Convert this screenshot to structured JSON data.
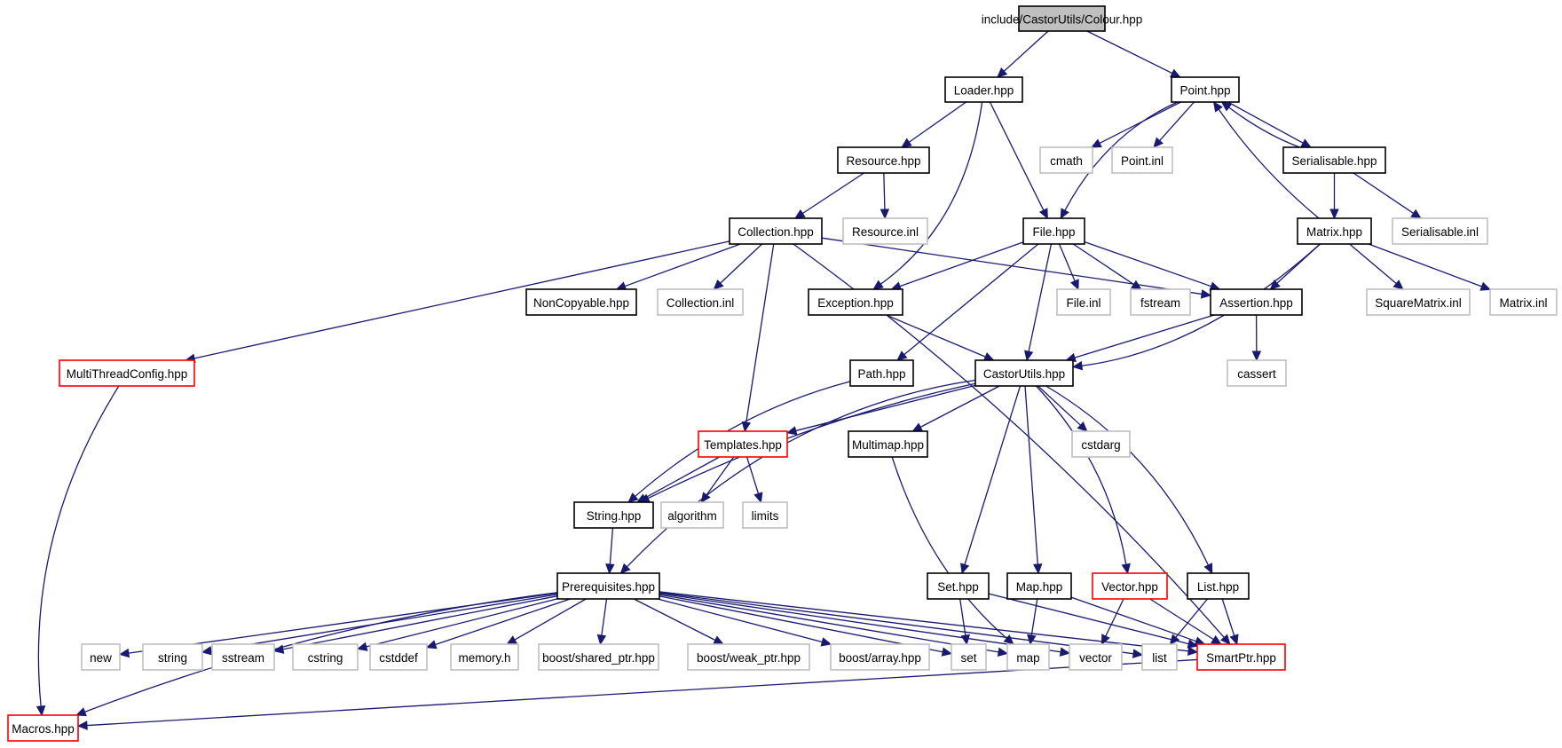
{
  "title": "include/CastorUtils/Colour.hpp",
  "colors": {
    "edge": "#191970",
    "root_fill": "#bfbfbf",
    "documented_border": "#000000",
    "undocumented_border": "#ff0000",
    "external_border": "#bfbfbf"
  },
  "nodes": [
    {
      "id": "colour",
      "label": "include/CastorUtils/Colour.hpp",
      "kind": "root"
    },
    {
      "id": "loader",
      "label": "Loader.hpp",
      "kind": "documented"
    },
    {
      "id": "point",
      "label": "Point.hpp",
      "kind": "documented"
    },
    {
      "id": "resource",
      "label": "Resource.hpp",
      "kind": "documented"
    },
    {
      "id": "cmath",
      "label": "cmath",
      "kind": "external"
    },
    {
      "id": "pointinl",
      "label": "Point.inl",
      "kind": "external"
    },
    {
      "id": "serialisable",
      "label": "Serialisable.hpp",
      "kind": "documented"
    },
    {
      "id": "collection",
      "label": "Collection.hpp",
      "kind": "documented"
    },
    {
      "id": "resourceinl",
      "label": "Resource.inl",
      "kind": "external"
    },
    {
      "id": "file",
      "label": "File.hpp",
      "kind": "documented"
    },
    {
      "id": "matrix",
      "label": "Matrix.hpp",
      "kind": "documented"
    },
    {
      "id": "serialisableinl",
      "label": "Serialisable.inl",
      "kind": "external"
    },
    {
      "id": "noncopyable",
      "label": "NonCopyable.hpp",
      "kind": "documented"
    },
    {
      "id": "collectioninl",
      "label": "Collection.inl",
      "kind": "external"
    },
    {
      "id": "exception",
      "label": "Exception.hpp",
      "kind": "documented"
    },
    {
      "id": "fileinl",
      "label": "File.inl",
      "kind": "external"
    },
    {
      "id": "fstream",
      "label": "fstream",
      "kind": "external"
    },
    {
      "id": "assertion",
      "label": "Assertion.hpp",
      "kind": "documented"
    },
    {
      "id": "squarematrixinl",
      "label": "SquareMatrix.inl",
      "kind": "external"
    },
    {
      "id": "matrixinl",
      "label": "Matrix.inl",
      "kind": "external"
    },
    {
      "id": "multithread",
      "label": "MultiThreadConfig.hpp",
      "kind": "undocumented"
    },
    {
      "id": "path",
      "label": "Path.hpp",
      "kind": "documented"
    },
    {
      "id": "castorutils",
      "label": "CastorUtils.hpp",
      "kind": "documented"
    },
    {
      "id": "cassert",
      "label": "cassert",
      "kind": "external"
    },
    {
      "id": "templates",
      "label": "Templates.hpp",
      "kind": "undocumented"
    },
    {
      "id": "multimap",
      "label": "Multimap.hpp",
      "kind": "documented"
    },
    {
      "id": "cstdarg",
      "label": "cstdarg",
      "kind": "external"
    },
    {
      "id": "string_hpp",
      "label": "String.hpp",
      "kind": "documented"
    },
    {
      "id": "algorithm",
      "label": "algorithm",
      "kind": "external"
    },
    {
      "id": "limits",
      "label": "limits",
      "kind": "external"
    },
    {
      "id": "prereq",
      "label": "Prerequisites.hpp",
      "kind": "documented"
    },
    {
      "id": "set_hpp",
      "label": "Set.hpp",
      "kind": "documented"
    },
    {
      "id": "map_hpp",
      "label": "Map.hpp",
      "kind": "documented"
    },
    {
      "id": "vector_hpp",
      "label": "Vector.hpp",
      "kind": "undocumented"
    },
    {
      "id": "list_hpp",
      "label": "List.hpp",
      "kind": "documented"
    },
    {
      "id": "new",
      "label": "new",
      "kind": "external"
    },
    {
      "id": "string",
      "label": "string",
      "kind": "external"
    },
    {
      "id": "sstream",
      "label": "sstream",
      "kind": "external"
    },
    {
      "id": "cstring",
      "label": "cstring",
      "kind": "external"
    },
    {
      "id": "cstddef",
      "label": "cstddef",
      "kind": "external"
    },
    {
      "id": "memoryh",
      "label": "memory.h",
      "kind": "external"
    },
    {
      "id": "shared_ptr",
      "label": "boost/shared_ptr.hpp",
      "kind": "external"
    },
    {
      "id": "weak_ptr",
      "label": "boost/weak_ptr.hpp",
      "kind": "external"
    },
    {
      "id": "array",
      "label": "boost/array.hpp",
      "kind": "external"
    },
    {
      "id": "set",
      "label": "set",
      "kind": "external"
    },
    {
      "id": "map",
      "label": "map",
      "kind": "external"
    },
    {
      "id": "vector",
      "label": "vector",
      "kind": "external"
    },
    {
      "id": "list",
      "label": "list",
      "kind": "external"
    },
    {
      "id": "smartptr",
      "label": "SmartPtr.hpp",
      "kind": "undocumented"
    },
    {
      "id": "macros",
      "label": "Macros.hpp",
      "kind": "undocumented"
    }
  ],
  "edges": [
    [
      "colour",
      "loader"
    ],
    [
      "colour",
      "point"
    ],
    [
      "loader",
      "resource"
    ],
    [
      "loader",
      "exception"
    ],
    [
      "loader",
      "file"
    ],
    [
      "point",
      "cmath"
    ],
    [
      "point",
      "pointinl"
    ],
    [
      "point",
      "file"
    ],
    [
      "point",
      "serialisable"
    ],
    [
      "serialisable",
      "point"
    ],
    [
      "serialisable",
      "matrix"
    ],
    [
      "serialisable",
      "serialisableinl"
    ],
    [
      "matrix",
      "point"
    ],
    [
      "matrix",
      "assertion"
    ],
    [
      "matrix",
      "castorutils"
    ],
    [
      "matrix",
      "squarematrixinl"
    ],
    [
      "matrix",
      "matrixinl"
    ],
    [
      "resource",
      "collection"
    ],
    [
      "resource",
      "resourceinl"
    ],
    [
      "collection",
      "multithread"
    ],
    [
      "collection",
      "noncopyable"
    ],
    [
      "collection",
      "collectioninl"
    ],
    [
      "collection",
      "templates"
    ],
    [
      "collection",
      "assertion"
    ],
    [
      "collection",
      "smartptr"
    ],
    [
      "file",
      "exception"
    ],
    [
      "file",
      "path"
    ],
    [
      "file",
      "castorutils"
    ],
    [
      "file",
      "fileinl"
    ],
    [
      "file",
      "fstream"
    ],
    [
      "file",
      "assertion"
    ],
    [
      "exception",
      "castorutils"
    ],
    [
      "assertion",
      "castorutils"
    ],
    [
      "assertion",
      "cassert"
    ],
    [
      "multithread",
      "macros"
    ],
    [
      "path",
      "string_hpp"
    ],
    [
      "castorutils",
      "string_hpp"
    ],
    [
      "castorutils",
      "templates"
    ],
    [
      "castorutils",
      "prereq"
    ],
    [
      "castorutils",
      "multimap"
    ],
    [
      "castorutils",
      "cstdarg"
    ],
    [
      "castorutils",
      "set_hpp"
    ],
    [
      "castorutils",
      "map_hpp"
    ],
    [
      "castorutils",
      "vector_hpp"
    ],
    [
      "castorutils",
      "list_hpp"
    ],
    [
      "templates",
      "string_hpp"
    ],
    [
      "templates",
      "algorithm"
    ],
    [
      "templates",
      "limits"
    ],
    [
      "multimap",
      "map"
    ],
    [
      "string_hpp",
      "prereq"
    ],
    [
      "prereq",
      "macros"
    ],
    [
      "prereq",
      "new"
    ],
    [
      "prereq",
      "string"
    ],
    [
      "prereq",
      "sstream"
    ],
    [
      "prereq",
      "cstring"
    ],
    [
      "prereq",
      "cstddef"
    ],
    [
      "prereq",
      "memoryh"
    ],
    [
      "prereq",
      "shared_ptr"
    ],
    [
      "prereq",
      "weak_ptr"
    ],
    [
      "prereq",
      "array"
    ],
    [
      "prereq",
      "set"
    ],
    [
      "prereq",
      "map"
    ],
    [
      "prereq",
      "vector"
    ],
    [
      "prereq",
      "list"
    ],
    [
      "prereq",
      "smartptr"
    ],
    [
      "set_hpp",
      "set"
    ],
    [
      "set_hpp",
      "smartptr"
    ],
    [
      "map_hpp",
      "map"
    ],
    [
      "map_hpp",
      "smartptr"
    ],
    [
      "vector_hpp",
      "vector"
    ],
    [
      "vector_hpp",
      "smartptr"
    ],
    [
      "list_hpp",
      "list"
    ],
    [
      "list_hpp",
      "smartptr"
    ],
    [
      "smartptr",
      "macros"
    ]
  ]
}
